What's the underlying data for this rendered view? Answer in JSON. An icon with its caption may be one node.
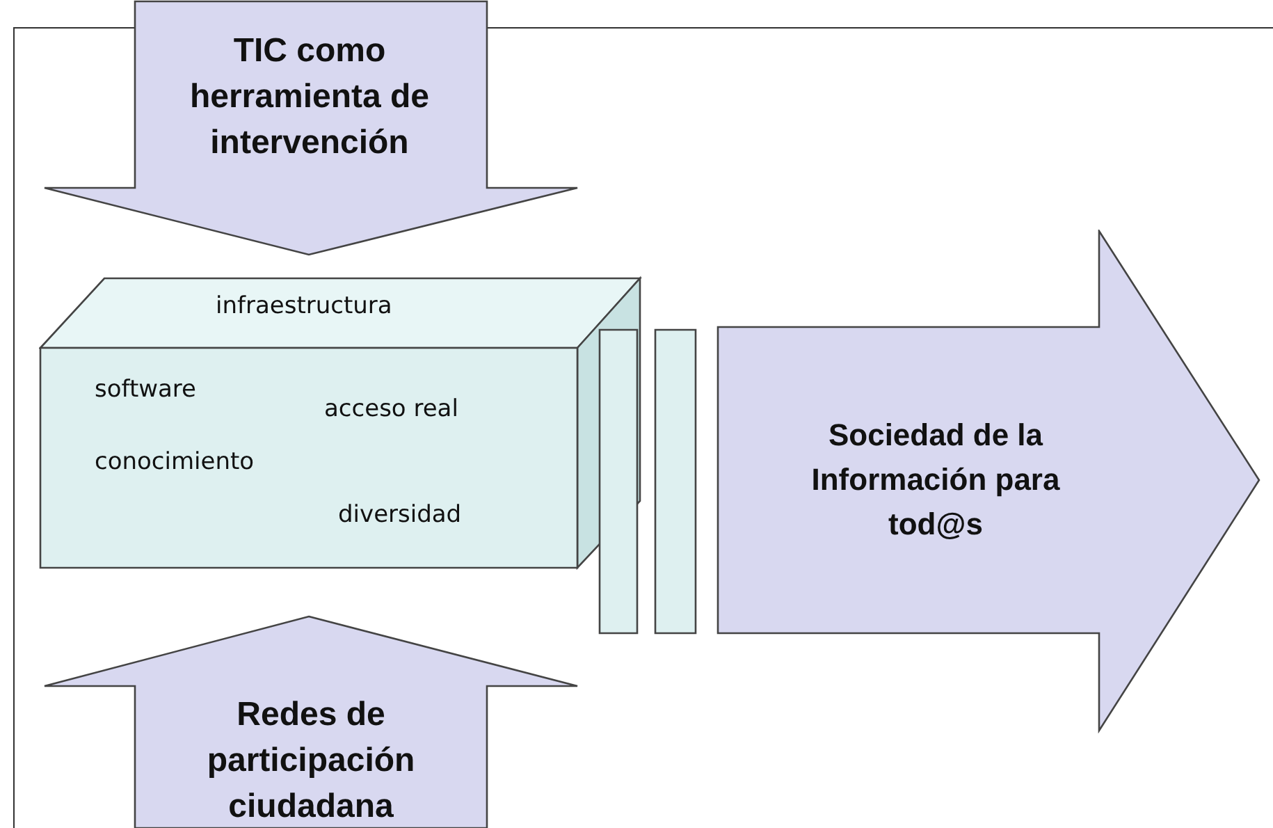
{
  "diagram": {
    "nodes": [
      {
        "text": [
          "TIC como herramienta de intervención"
        ]
      },
      {
        "text": [
          "infraestructura",
          "software",
          "acceso real",
          "conocimiento",
          "diversidad"
        ]
      },
      {
        "text": [],
        "shape": "box"
      },
      {
        "text": [],
        "shape": "box"
      },
      {
        "text": [
          "Sociedad de la Información para tod@s"
        ]
      },
      {
        "text": [
          "Redes de participación ciudadana"
        ]
      }
    ]
  }
}
